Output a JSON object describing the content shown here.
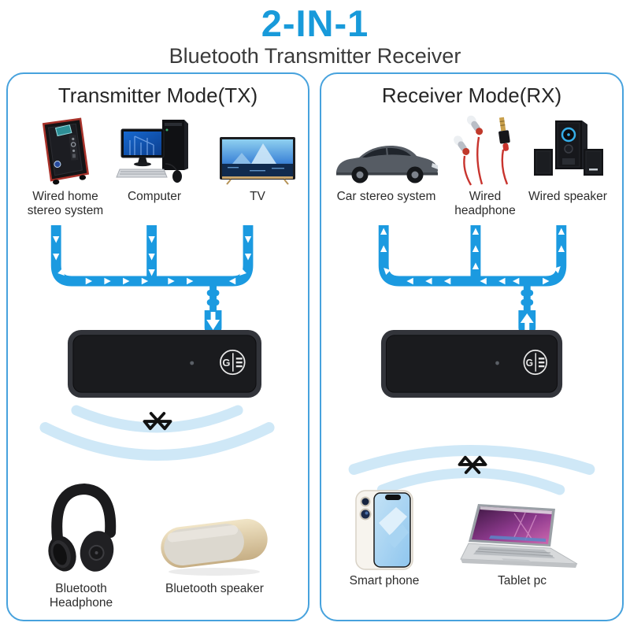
{
  "header": {
    "title": "2-IN-1",
    "subtitle": "Bluetooth Transmitter Receiver"
  },
  "panels": {
    "tx": {
      "title": "Transmitter Mode(TX)",
      "sources": [
        {
          "name": "wired-home-stereo",
          "label": "Wired home stereo system"
        },
        {
          "name": "computer",
          "label": "Computer"
        },
        {
          "name": "tv",
          "label": "TV"
        }
      ],
      "outputs": [
        {
          "name": "bluetooth-headphone",
          "label": "Bluetooth Headphone"
        },
        {
          "name": "bluetooth-speaker",
          "label": "Bluetooth speaker"
        }
      ]
    },
    "rx": {
      "title": "Receiver Mode(RX)",
      "sources": [
        {
          "name": "car-stereo-system",
          "label": "Car stereo system"
        },
        {
          "name": "wired-headphone",
          "label": "Wired headphone"
        },
        {
          "name": "wired-speaker",
          "label": "Wired speaker"
        }
      ],
      "outputs": [
        {
          "name": "smart-phone",
          "label": "Smart phone"
        },
        {
          "name": "tablet-pc",
          "label": "Tablet pc"
        }
      ]
    }
  },
  "device": {
    "logo_letter": "G"
  },
  "colors": {
    "accent_blue": "#189ada",
    "pipe_blue": "#1b9ae0",
    "wave_blue": "#cfe8f7",
    "panel_border": "#47a2dd",
    "text_dark": "#2d2d2d"
  }
}
